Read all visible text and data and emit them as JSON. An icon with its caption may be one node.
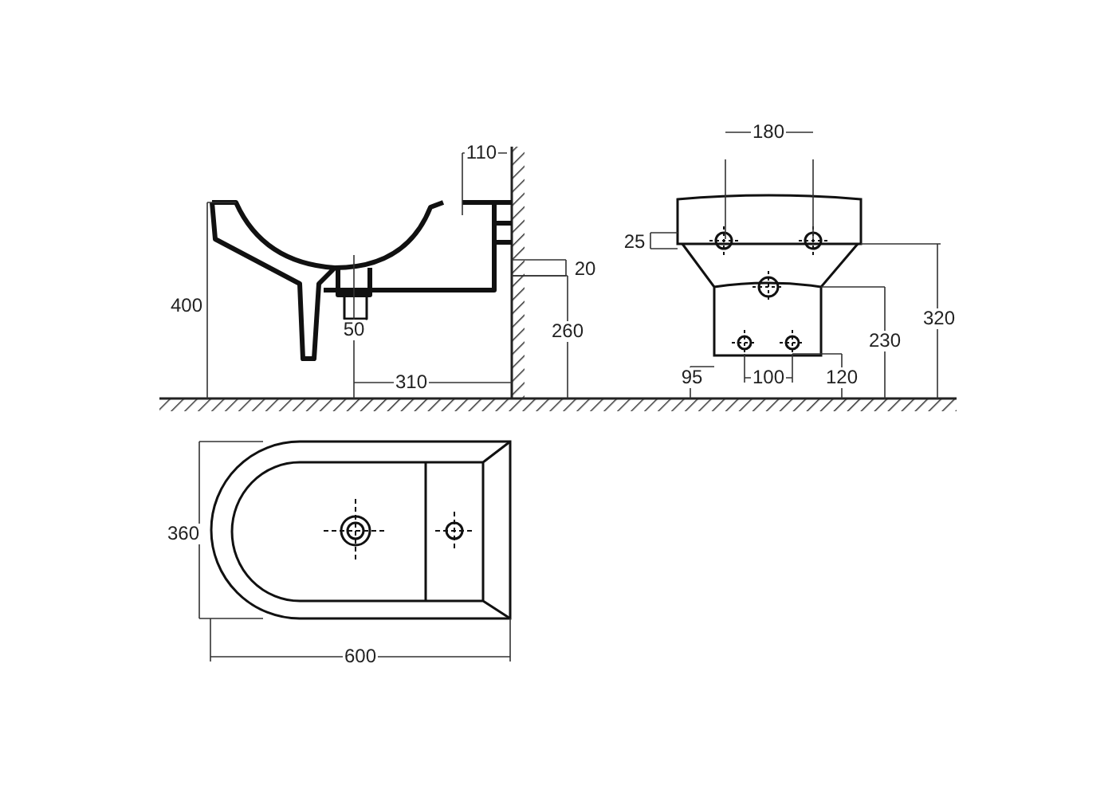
{
  "diagram": {
    "labels": [
      "180",
      "110",
      "25",
      "20",
      "400",
      "320",
      "50",
      "230",
      "260",
      "310",
      "95",
      "100",
      "120",
      "360",
      "600"
    ]
  }
}
